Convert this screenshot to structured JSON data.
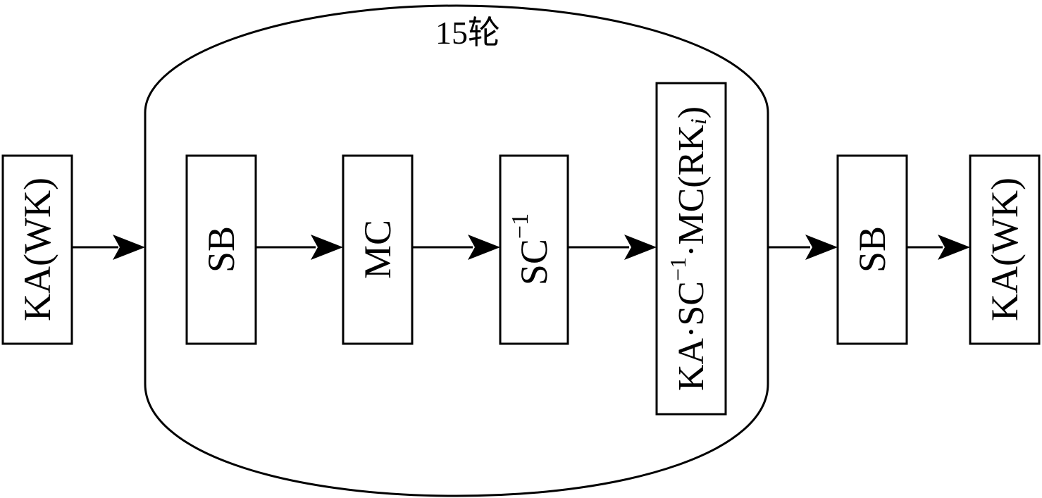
{
  "loop": {
    "label": "15轮"
  },
  "blocks": [
    {
      "id": "ka-wk-first",
      "label": "KA(WK)"
    },
    {
      "id": "sb-inner",
      "label": "SB"
    },
    {
      "id": "mc",
      "label": "MC"
    },
    {
      "id": "sc-inverse",
      "label_main": "SC",
      "label_sup": "−1"
    },
    {
      "id": "combined",
      "part1": "KA·SC",
      "sup1": "−1",
      "part2": "·MC(RK",
      "sub": "i",
      "part3": ")"
    },
    {
      "id": "sb-final",
      "label": "SB"
    },
    {
      "id": "ka-wk-last",
      "label": "KA(WK)"
    }
  ],
  "colors": {
    "stroke": "#000000",
    "background": "#ffffff"
  }
}
